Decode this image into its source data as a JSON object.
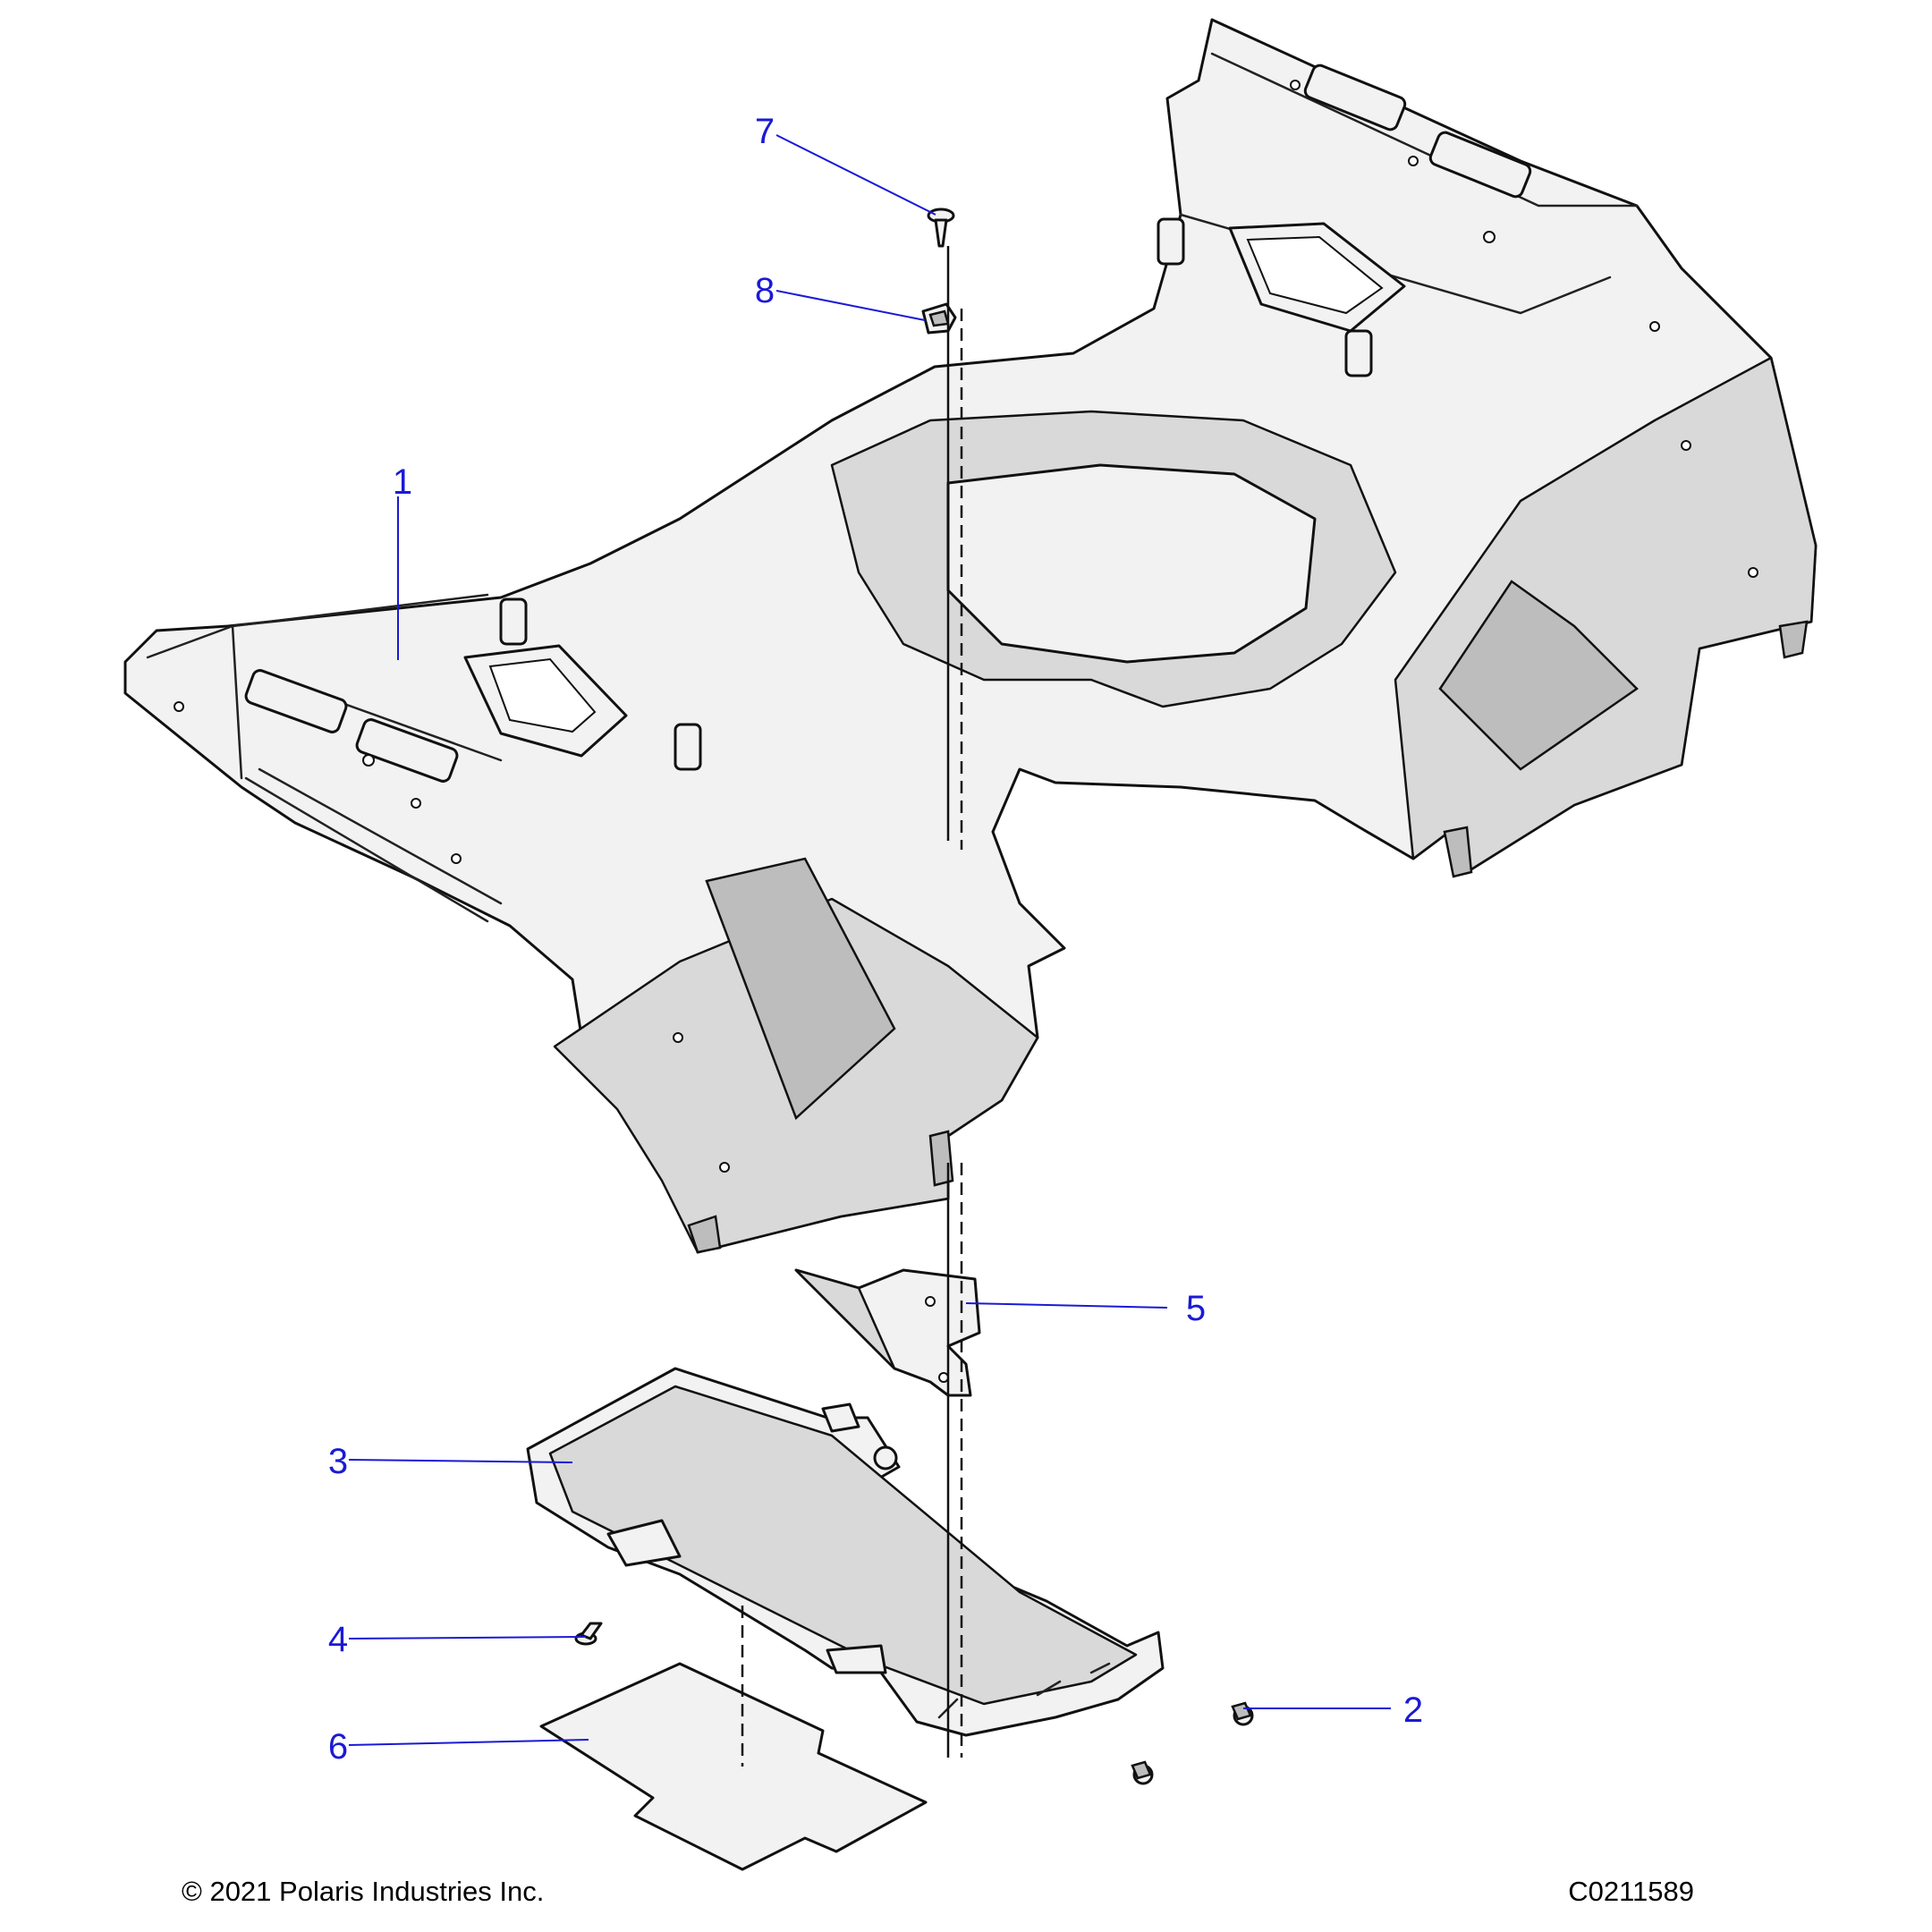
{
  "callouts": [
    {
      "number": "1",
      "part": "fender-assembly"
    },
    {
      "number": "2",
      "part": "push-rivet"
    },
    {
      "number": "3",
      "part": "storage-tray"
    },
    {
      "number": "4",
      "part": "push-pin"
    },
    {
      "number": "5",
      "part": "bracket"
    },
    {
      "number": "6",
      "part": "pad"
    },
    {
      "number": "7",
      "part": "screw"
    },
    {
      "number": "8",
      "part": "clip-nut"
    }
  ],
  "footer": {
    "copyright": "© 2021 Polaris Industries Inc.",
    "drawing_number": "C0211589"
  },
  "colors": {
    "callout": "#1a1ad6",
    "line": "#111111",
    "part_fill": "#f2f2f2",
    "shade": "#d9d9d9"
  }
}
